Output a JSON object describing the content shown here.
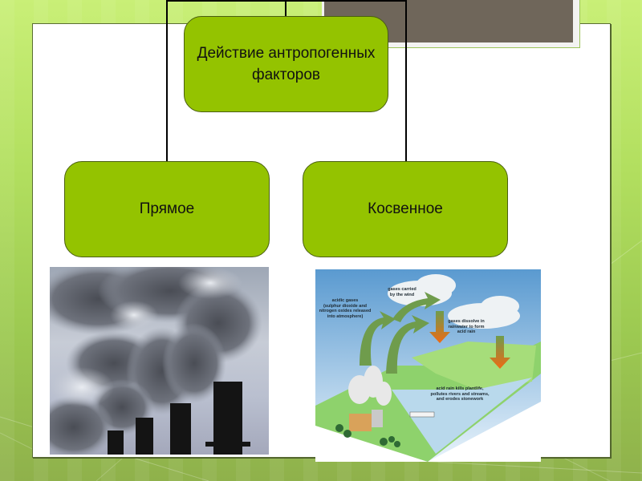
{
  "slide": {
    "background_color": "#b2df5f",
    "node_color": "#94c300"
  },
  "diagram": {
    "root": {
      "label": "Действие антропогенных факторов"
    },
    "children": [
      {
        "label": "Прямое"
      },
      {
        "label": "Косвенное"
      }
    ]
  },
  "images": {
    "smokestacks": {
      "description": "Industrial smokestacks emitting smoke"
    },
    "acid_rain": {
      "description": "Acid rain formation diagram",
      "labels": [
        "acidic gases\n(sulphur dioxide and\nnitrogen oxides released\ninto atmosphere)",
        "gases carried\nby the wind",
        "gases dissolve in\nrainwater to form\nacid rain",
        "acid rain kills plantlife,\npollutes rivers and streams,\nand erodes stonework"
      ]
    }
  }
}
